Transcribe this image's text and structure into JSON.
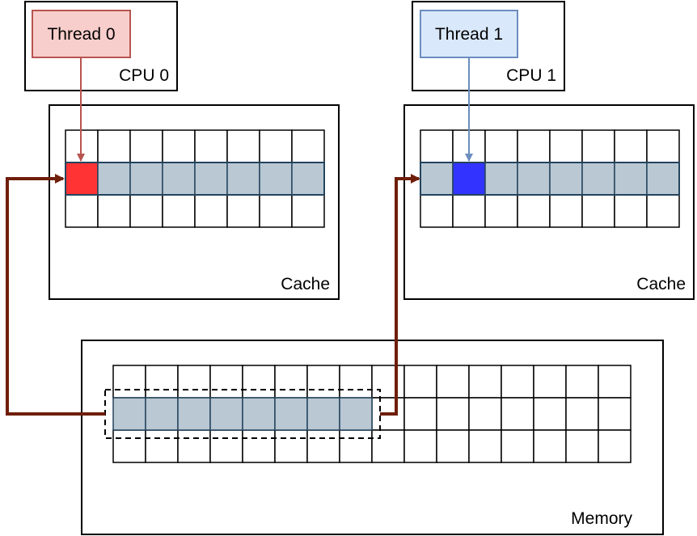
{
  "cpus": [
    {
      "label": "CPU 0",
      "thread_label": "Thread 0"
    },
    {
      "label": "CPU 1",
      "thread_label": "Thread 1"
    }
  ],
  "caches": [
    {
      "label": "Cache",
      "highlighted_cell_index": 0
    },
    {
      "label": "Cache",
      "highlighted_cell_index": 1
    }
  ],
  "memory": {
    "label": "Memory",
    "shared_cache_line_cells": 8
  },
  "colors": {
    "thread0_fill": "#f8cecc",
    "thread0_stroke": "#b85450",
    "thread1_fill": "#dae8fc",
    "thread1_stroke": "#6c8ebf",
    "cache_line_fill": "#bac8d3",
    "cache_line_stroke": "#23445d",
    "thread0_cell": "#ff3333",
    "thread1_cell": "#3333ff",
    "transfer_arrow": "#6f1e0a",
    "thread0_arrow": "#b85450",
    "thread1_arrow": "#6c8ebf"
  }
}
